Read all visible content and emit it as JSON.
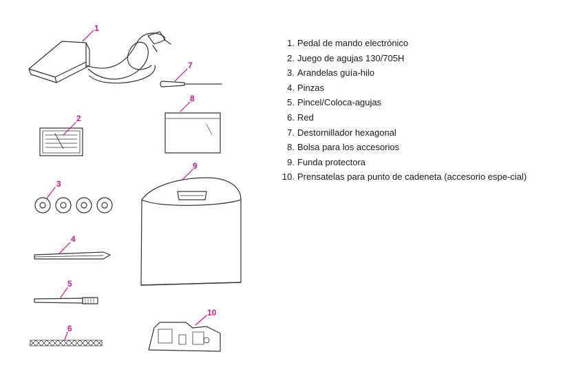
{
  "callouts": [
    "1",
    "2",
    "3",
    "4",
    "5",
    "6",
    "7",
    "8",
    "9",
    "10"
  ],
  "items": [
    {
      "num": "1.",
      "text": "Pedal de mando electrónico"
    },
    {
      "num": "2.",
      "text": "Juego de agujas 130/705H"
    },
    {
      "num": "3.",
      "text": "Arandelas guía-hilo"
    },
    {
      "num": "4.",
      "text": "Pinzas"
    },
    {
      "num": "5.",
      "text": "Pincel/Coloca-agujas"
    },
    {
      "num": "6.",
      "text": "Red"
    },
    {
      "num": "7.",
      "text": "Destornillador hexagonal"
    },
    {
      "num": "8.",
      "text": "Bolsa para los accesorios"
    },
    {
      "num": "9.",
      "text": "Funda protectora"
    },
    {
      "num": "10.",
      "text": "Prensatelas para punto de cadeneta (accesorio espe-cial)"
    }
  ],
  "colors": {
    "callout": "#d0198a",
    "line_art": "#333333"
  }
}
